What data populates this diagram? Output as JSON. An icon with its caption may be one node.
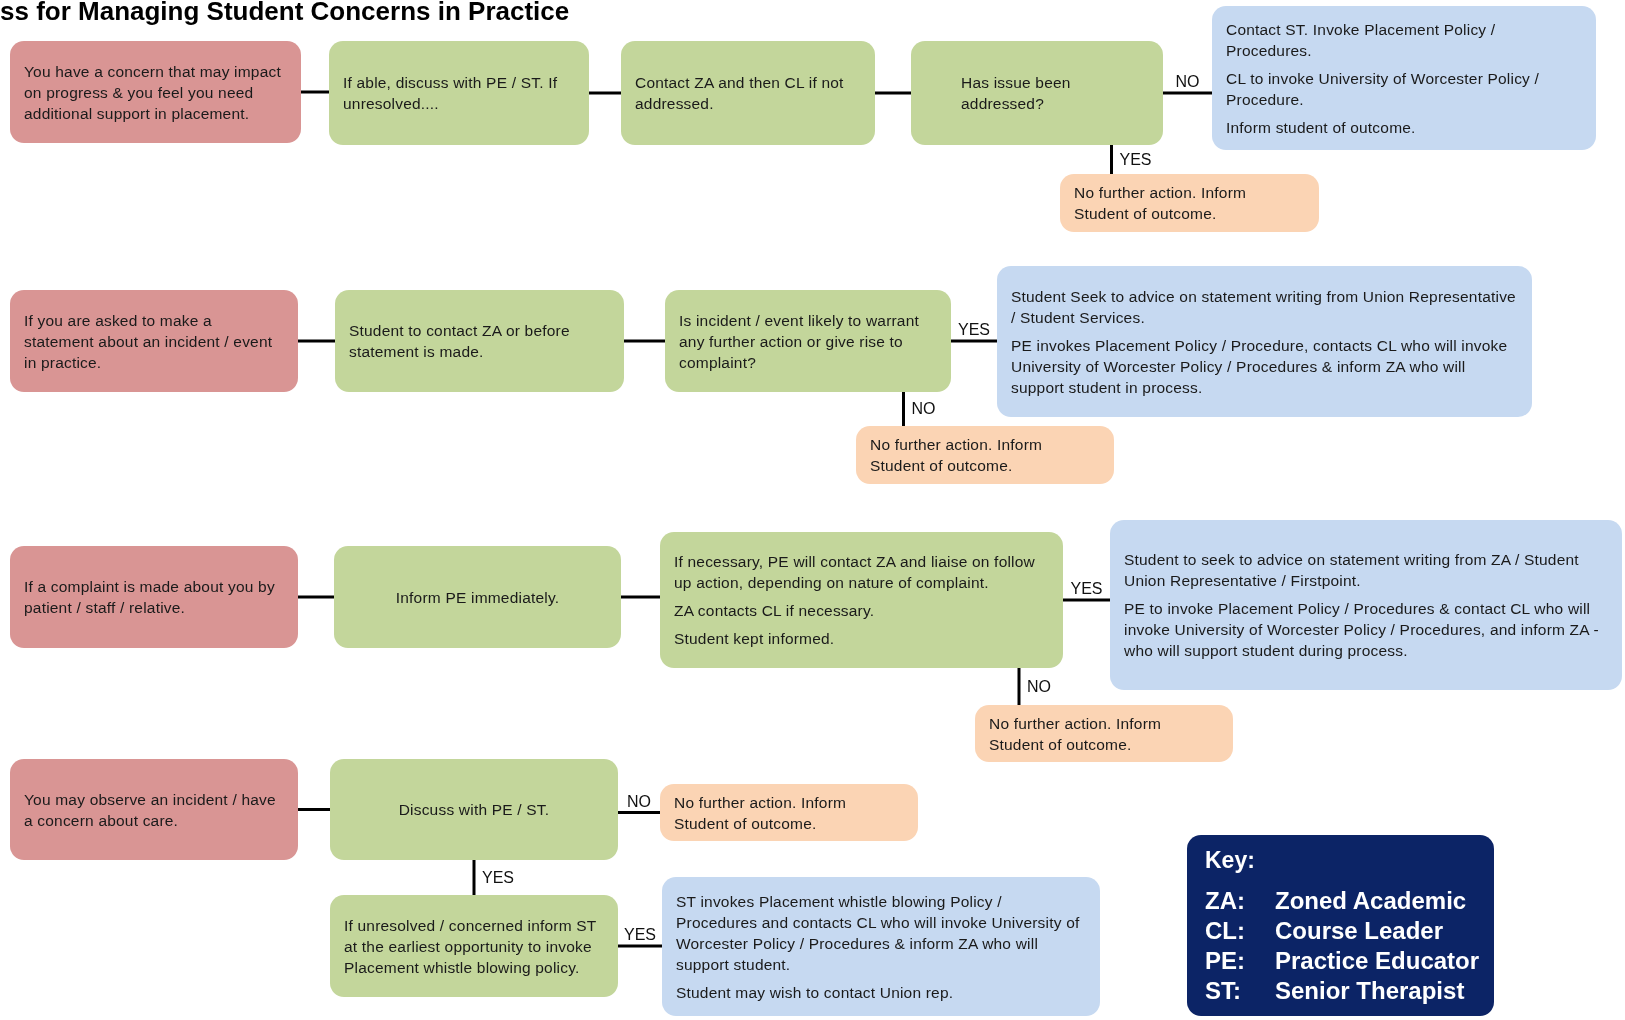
{
  "diagram": {
    "title": "ss for Managing Student Concerns in Practice",
    "nodes": [
      {
        "text": [
          "You have a concern that may impact on progress & you feel you need additional support in placement."
        ]
      },
      {
        "text": [
          "If able, discuss with PE / ST. If unresolved...."
        ]
      },
      {
        "text": [
          "Contact ZA and then CL if not addressed."
        ]
      },
      {
        "text": [
          "Has issue been addressed?"
        ]
      },
      {
        "text": [
          "Contact ST. Invoke Placement Policy / Procedures.",
          "CL to invoke University of Worcester Policy / Procedure.",
          "Inform student of outcome."
        ]
      },
      {
        "text": [
          "No further action. Inform Student of outcome."
        ]
      },
      {
        "text": [
          "If you are asked to make a statement about an incident / event in practice."
        ]
      },
      {
        "text": [
          "Student to contact ZA or before statement is made."
        ]
      },
      {
        "text": [
          "Is incident / event likely to warrant any further action or give rise to complaint?"
        ]
      },
      {
        "text": [
          "Student Seek to advice on statement writing from Union Representative / Student Services.",
          "PE invokes Placement Policy / Procedure, contacts CL who will invoke University of Worcester Policy / Procedures & inform ZA who will support student in process."
        ]
      },
      {
        "text": [
          "No further action. Inform Student of outcome."
        ]
      },
      {
        "text": [
          "If a complaint is made about you by patient / staff / relative."
        ]
      },
      {
        "text": [
          "Inform PE immediately."
        ]
      },
      {
        "text": [
          "If necessary, PE will contact ZA and liaise on follow up action, depending on nature of complaint.",
          "ZA contacts CL if necessary.",
          "Student kept informed."
        ]
      },
      {
        "text": [
          "Student to seek to advice on statement writing from ZA / Student Union Representative / Firstpoint.",
          "PE to invoke Placement Policy / Procedures & contact CL who will invoke University of Worcester Policy / Procedures, and inform ZA - who will support student during process."
        ]
      },
      {
        "text": [
          "No further action. Inform Student of outcome."
        ]
      },
      {
        "text": [
          "You may observe an incident / have a concern about care."
        ]
      },
      {
        "text": [
          "Discuss with PE / ST."
        ]
      },
      {
        "text": [
          "No further action. Inform Student of outcome."
        ]
      },
      {
        "text": [
          "If unresolved / concerned inform ST at the earliest opportunity to invoke Placement whistle blowing policy."
        ]
      },
      {
        "text": [
          "ST invokes Placement whistle blowing Policy / Procedures and contacts CL who will invoke University of Worcester Policy / Procedures & inform ZA who will support student.",
          "Student may wish to contact Union rep."
        ]
      },
      {
        "text": [
          "Key:",
          "ZA:",
          "Zoned Academic",
          "CL:",
          "Course Leader",
          "PE:",
          "Practice Educator",
          "ST:",
          "Senior Therapist"
        ]
      }
    ],
    "edges": [
      {
        "from": 0,
        "to": 1,
        "arrow": "none"
      },
      {
        "from": 1,
        "to": 2,
        "arrow": "none"
      },
      {
        "from": 2,
        "to": 3,
        "arrow": "none"
      },
      {
        "from": 3,
        "to": 4,
        "arrow": "none",
        "label": "NO"
      },
      {
        "from": 3,
        "to": 5,
        "arrow": "none",
        "label": "YES"
      },
      {
        "from": 6,
        "to": 7,
        "arrow": "none"
      },
      {
        "from": 7,
        "to": 8,
        "arrow": "none"
      },
      {
        "from": 8,
        "to": 9,
        "arrow": "none",
        "label": "YES"
      },
      {
        "from": 8,
        "to": 10,
        "arrow": "none",
        "label": "NO"
      },
      {
        "from": 11,
        "to": 12,
        "arrow": "none"
      },
      {
        "from": 12,
        "to": 13,
        "arrow": "none"
      },
      {
        "from": 13,
        "to": 14,
        "arrow": "none",
        "label": "YES"
      },
      {
        "from": 13,
        "to": 15,
        "arrow": "none",
        "label": "NO"
      },
      {
        "from": 16,
        "to": 17,
        "arrow": "none"
      },
      {
        "from": 17,
        "to": 18,
        "arrow": "none",
        "label": "NO"
      },
      {
        "from": 17,
        "to": 19,
        "arrow": "none",
        "label": "YES"
      },
      {
        "from": 19,
        "to": 20,
        "arrow": "none",
        "label": "YES"
      }
    ]
  }
}
